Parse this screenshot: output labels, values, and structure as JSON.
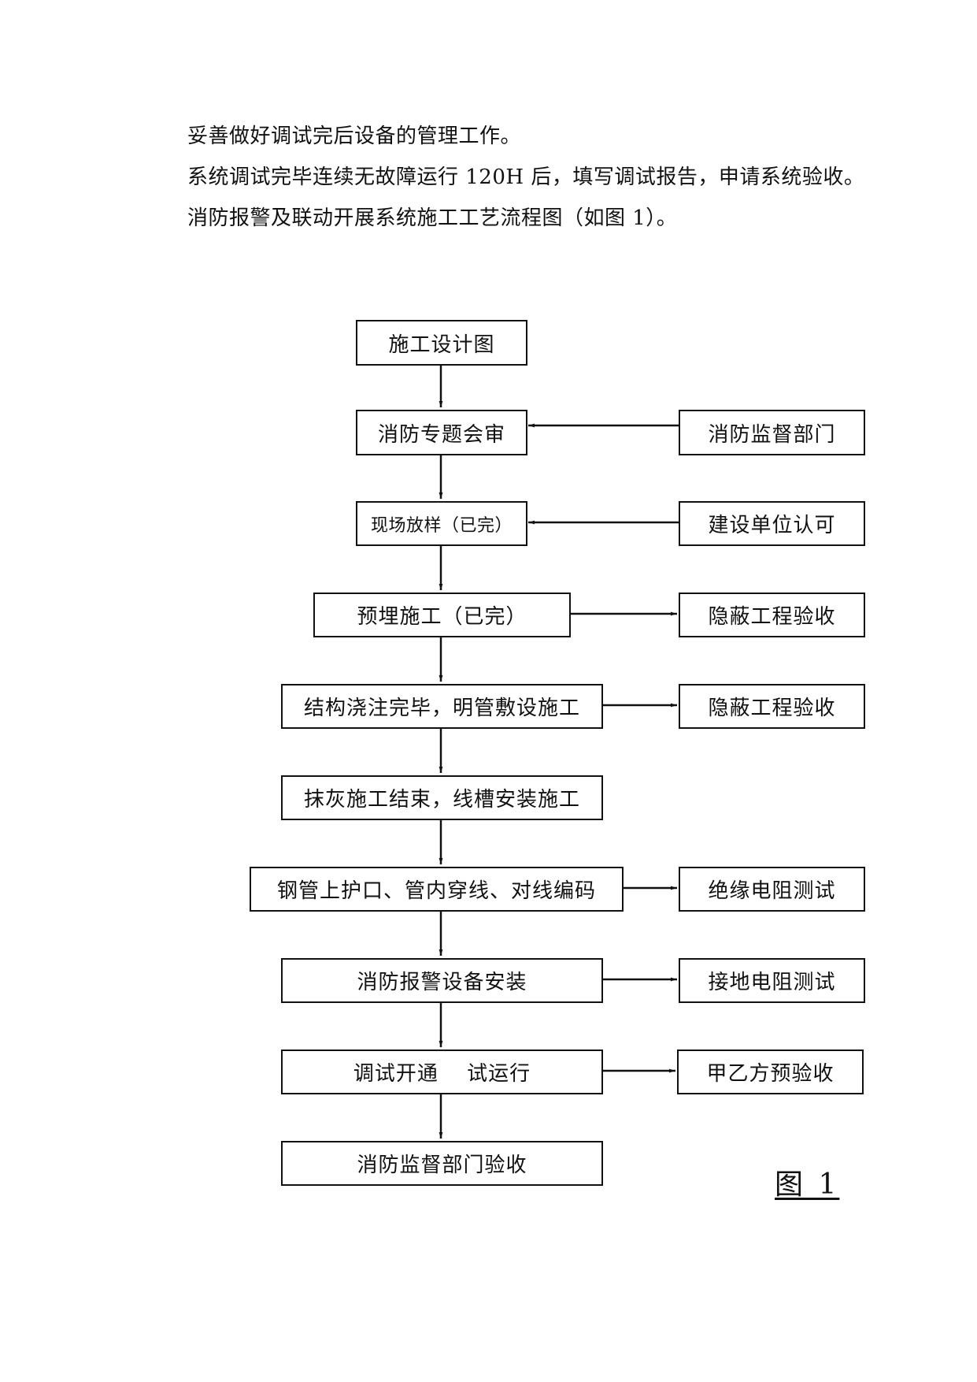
{
  "paragraphs": [
    "妥善做好调试完后设备的管理工作。",
    "系统调试完毕连续无故障运行 120H 后，填写调试报告，申请系统验收。",
    "消防报警及联动开展系统施工工艺流程图（如图 1）。"
  ],
  "flowchart": {
    "steps": [
      "施工设计图",
      "消防专题会审",
      "现场放样（已完）",
      "预埋施工（已完）",
      "结构浇注完毕，明管敷设施工",
      "抹灰施工结束，线槽安装施工",
      "钢管上护口、管内穿线、对线编码",
      "消防报警设备安装",
      "调试开通　 试运行",
      "消防监督部门验收"
    ],
    "side_boxes": {
      "review_input": "消防监督部门",
      "layout_input": "建设单位认可",
      "embed_output": "隐蔽工程验收",
      "conduit_output": "隐蔽工程验收",
      "wiring_output": "绝缘电阻测试",
      "install_output": "接地电阻测试",
      "commission_output": "甲乙方预验收"
    }
  },
  "figure_label": "图 1"
}
